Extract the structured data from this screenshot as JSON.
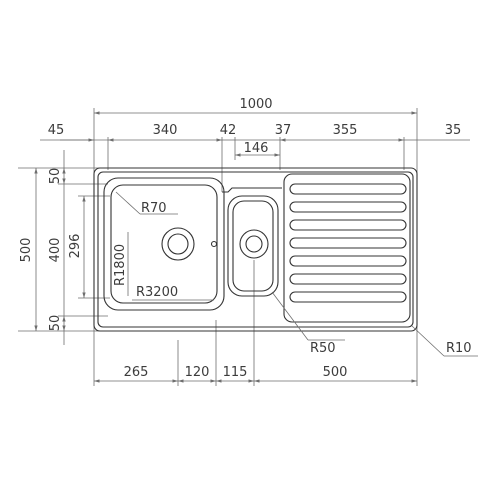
{
  "dimensions": {
    "overall_width": "1000",
    "top_left": "45",
    "top_bowl": "340",
    "top_gap1": "42",
    "top_gap2": "37",
    "top_drainer": "355",
    "top_right": "35",
    "small_bowl": "146",
    "left_height": "500",
    "left_bowl_height": "400",
    "left_inner": "296",
    "left_top": "50",
    "left_bottom": "50",
    "bottom_a": "265",
    "bottom_b": "120",
    "bottom_c": "115",
    "bottom_d": "500"
  },
  "radii": {
    "r70": "R70",
    "r1800": "R1800",
    "r3200": "R3200",
    "r50": "R50",
    "r10": "R10"
  },
  "colors": {
    "line": "#333333",
    "dim_line": "#6e6e6e",
    "text": "#3c3c3c"
  }
}
